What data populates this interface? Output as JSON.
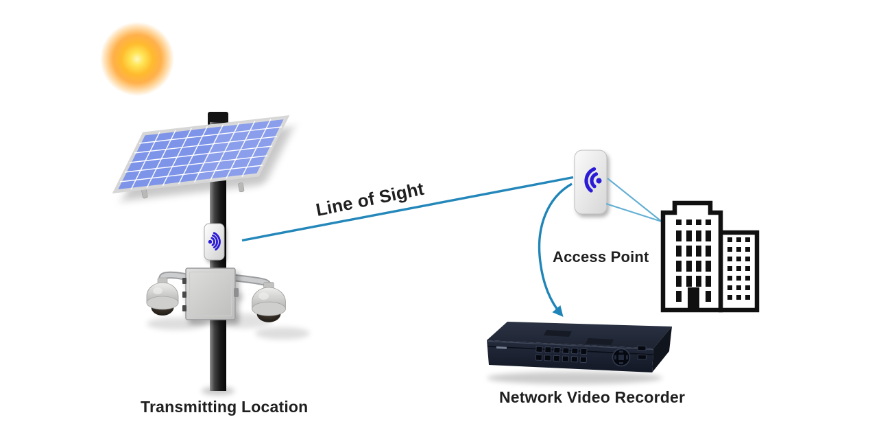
{
  "diagram": {
    "title": "Wireless line-of-sight video surveillance diagram",
    "labels": {
      "line_of_sight": "Line of Sight",
      "access_point": "Access Point",
      "transmitting_location": "Transmitting Location",
      "network_video_recorder": "Network Video Recorder"
    },
    "nodes": [
      {
        "name": "transmitting-location",
        "label": "Transmitting Location",
        "parts": [
          "sun",
          "solar-panel",
          "pole",
          "wifi-transmitter",
          "junction-box",
          "dome-camera-left",
          "dome-camera-right"
        ]
      },
      {
        "name": "access-point",
        "label": "Access Point",
        "parts": [
          "access-point-device",
          "wifi-icon"
        ]
      },
      {
        "name": "building",
        "label": "",
        "parts": [
          "office-building-icon"
        ]
      },
      {
        "name": "network-video-recorder",
        "label": "Network Video Recorder",
        "parts": [
          "nvr-device"
        ]
      }
    ],
    "links": [
      {
        "from": "wifi-transmitter",
        "to": "access-point",
        "label": "Line of Sight",
        "style": "straight-blue-line"
      },
      {
        "from": "access-point",
        "to": "building",
        "style": "two-thin-blue-lines"
      },
      {
        "from": "access-point",
        "to": "network-video-recorder",
        "style": "curved-blue-arrow"
      }
    ]
  },
  "icons": {
    "sun-icon": "radial orange sun glow",
    "solar-panel-icon": "blue grid solar panel on pole",
    "wifi-transmitter-icon": "blue wifi arcs radiating right from dot",
    "access-point-wifi-icon": "blue wifi arcs radiating left from dot",
    "dome-camera-icon": "gray PTZ dome camera with dark lens",
    "building-icon": "black outline office towers with windows",
    "nvr-icon": "dark rack-style network video recorder",
    "arrow-icon": "curved blue arrow with arrowhead"
  },
  "colors": {
    "background": "#ffffff",
    "link_blue": "#2487ba",
    "thin_link_blue": "#63afd4",
    "wifi_blue": "#2b1bd6",
    "panel_blue": "#7e94e9",
    "sun_orange": "#ffa726",
    "building_outline": "#101010",
    "nvr_body": "#1d2330",
    "label_text": "#1f1f1f"
  }
}
